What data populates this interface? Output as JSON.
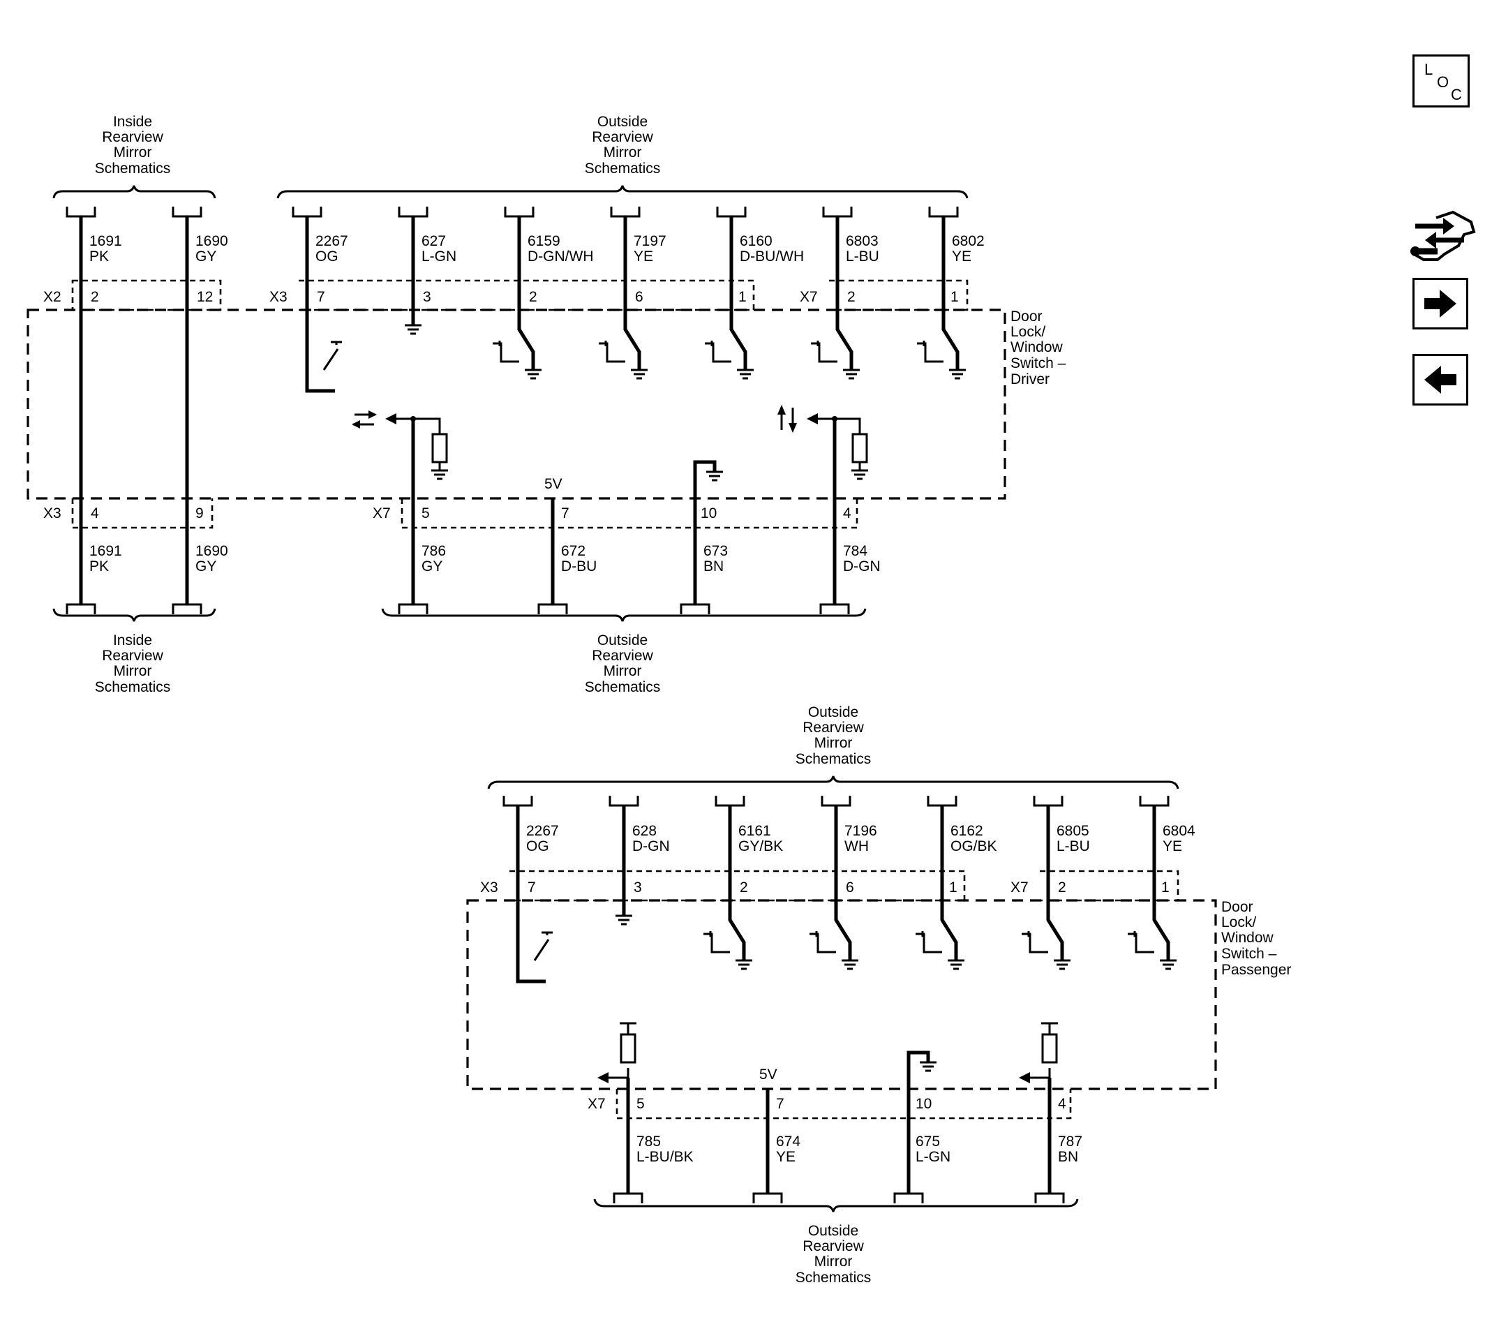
{
  "nav": {
    "loc": [
      "L",
      "O",
      "C"
    ],
    "icons": [
      "wrench-arrows-icon",
      "arrow-right-icon",
      "arrow-left-icon"
    ]
  },
  "labels": {
    "inside_mirror": [
      "Inside",
      "Rearview",
      "Mirror",
      "Schematics"
    ],
    "outside_mirror": [
      "Outside",
      "Rearview",
      "Mirror",
      "Schematics"
    ],
    "driver_switch": [
      "Door",
      "Lock/",
      "Window",
      "Switch –",
      "Driver"
    ],
    "passenger_switch": [
      "Door",
      "Lock/",
      "Window",
      "Switch –",
      "Passenger"
    ]
  },
  "driver": {
    "connectors": {
      "x2": "X2",
      "x3_top": "X3",
      "x7_top": "X7",
      "x3_bot": "X3",
      "x7_bot": "X7"
    },
    "top_wires": [
      {
        "circuit": "1691",
        "color": "PK",
        "pin": "2"
      },
      {
        "circuit": "1690",
        "color": "GY",
        "pin": "12"
      },
      {
        "circuit": "2267",
        "color": "OG",
        "pin": "7"
      },
      {
        "circuit": "627",
        "color": "L-GN",
        "pin": "3"
      },
      {
        "circuit": "6159",
        "color": "D-GN/WH",
        "pin": "2"
      },
      {
        "circuit": "7197",
        "color": "YE",
        "pin": "6"
      },
      {
        "circuit": "6160",
        "color": "D-BU/WH",
        "pin": "1"
      },
      {
        "circuit": "6803",
        "color": "L-BU",
        "pin": "2"
      },
      {
        "circuit": "6802",
        "color": "YE",
        "pin": "1"
      }
    ],
    "bottom_wires": [
      {
        "circuit": "1691",
        "color": "PK",
        "pin": "4"
      },
      {
        "circuit": "1690",
        "color": "GY",
        "pin": "9"
      },
      {
        "circuit": "786",
        "color": "GY",
        "pin": "5"
      },
      {
        "circuit": "672",
        "color": "D-BU",
        "pin": "7"
      },
      {
        "circuit": "673",
        "color": "BN",
        "pin": "10"
      },
      {
        "circuit": "784",
        "color": "D-GN",
        "pin": "4"
      }
    ],
    "voltage": "5V"
  },
  "passenger": {
    "connectors": {
      "x3_top": "X3",
      "x7_top": "X7",
      "x7_bot": "X7"
    },
    "top_wires": [
      {
        "circuit": "2267",
        "color": "OG",
        "pin": "7"
      },
      {
        "circuit": "628",
        "color": "D-GN",
        "pin": "3"
      },
      {
        "circuit": "6161",
        "color": "GY/BK",
        "pin": "2"
      },
      {
        "circuit": "7196",
        "color": "WH",
        "pin": "6"
      },
      {
        "circuit": "6162",
        "color": "OG/BK",
        "pin": "1"
      },
      {
        "circuit": "6805",
        "color": "L-BU",
        "pin": "2"
      },
      {
        "circuit": "6804",
        "color": "YE",
        "pin": "1"
      }
    ],
    "bottom_wires": [
      {
        "circuit": "785",
        "color": "L-BU/BK",
        "pin": "5"
      },
      {
        "circuit": "674",
        "color": "YE",
        "pin": "7"
      },
      {
        "circuit": "675",
        "color": "L-GN",
        "pin": "10"
      },
      {
        "circuit": "787",
        "color": "BN",
        "pin": "4"
      }
    ],
    "voltage": "5V"
  }
}
